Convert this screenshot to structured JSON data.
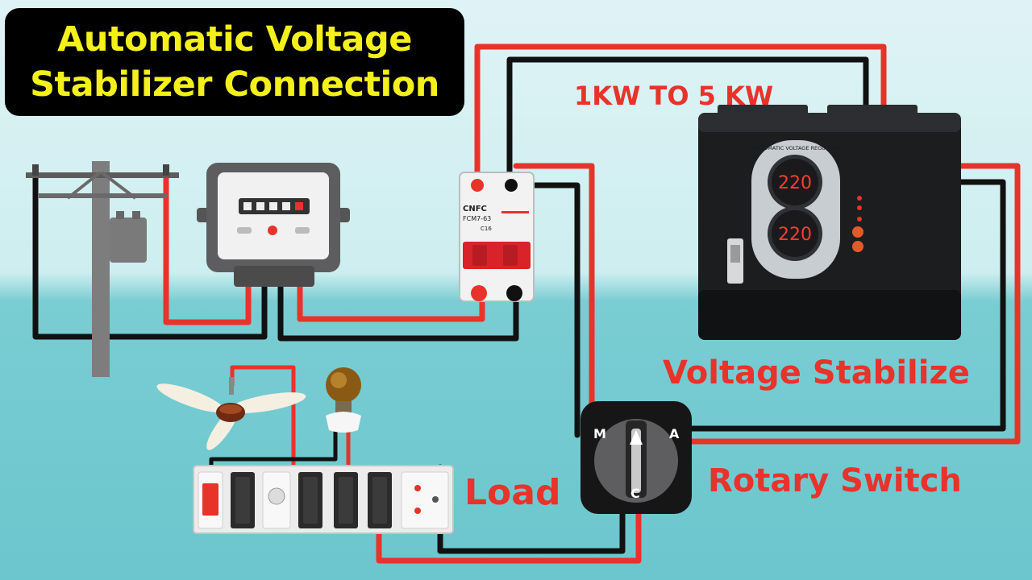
{
  "title": {
    "line1": "Automatic Voltage",
    "line2": "Stabilizer Connection"
  },
  "labels": {
    "power_range": "1KW TO 5 KW",
    "stabilizer": "Voltage Stabilize",
    "rotary_switch": "Rotary Switch",
    "load": "Load"
  },
  "stabilizer": {
    "panel_title": "AUTOMATIC VOLTAGE REGULATOR",
    "display_input": "220",
    "display_output": "220"
  },
  "mcb": {
    "brand": "CNFC",
    "model": "FCM7-63",
    "rating": "C16"
  },
  "rotary": {
    "terminal_main": "M",
    "terminal_auto": "A",
    "terminal_common": "C"
  },
  "colors": {
    "phase_wire": "#e8332b",
    "neutral_wire": "#111111",
    "title_text": "#f3f01b",
    "label_text": "#e8332b"
  },
  "icons": {
    "pole": "utility-pole-icon",
    "meter": "energy-meter-icon",
    "breaker": "mcb-breaker-icon",
    "stabilizer": "voltage-stabilizer-icon",
    "rotary": "rotary-switch-icon",
    "fan": "ceiling-fan-icon",
    "bulb": "light-bulb-icon",
    "switchboard": "switchboard-icon"
  }
}
